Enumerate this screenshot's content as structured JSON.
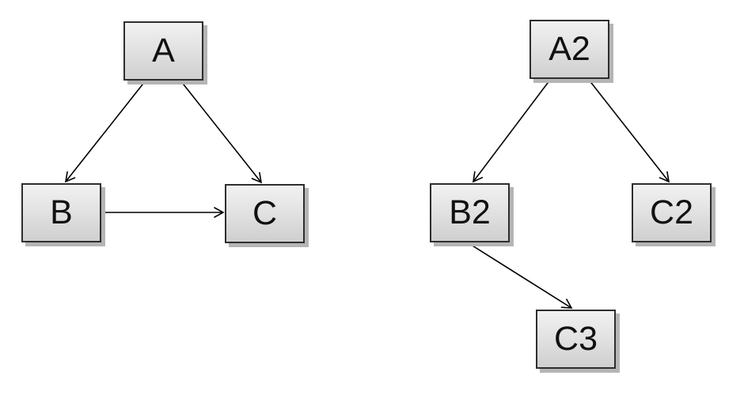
{
  "diagram": {
    "background_color": "#ffffff",
    "node_border_color": "#2e2e2e",
    "node_fill_top": "#f1f1f1",
    "node_fill_bottom": "#cfcfcf",
    "node_shadow_color": "#b5b5b5",
    "edge_color": "#000000",
    "graphs": [
      {
        "name": "left-graph",
        "nodes": [
          {
            "id": "A",
            "label": "A"
          },
          {
            "id": "B",
            "label": "B"
          },
          {
            "id": "C",
            "label": "C"
          }
        ],
        "edges": [
          {
            "from": "A",
            "to": "B"
          },
          {
            "from": "A",
            "to": "C"
          },
          {
            "from": "B",
            "to": "C"
          }
        ]
      },
      {
        "name": "right-graph",
        "nodes": [
          {
            "id": "A2",
            "label": "A2"
          },
          {
            "id": "B2",
            "label": "B2"
          },
          {
            "id": "C2",
            "label": "C2"
          },
          {
            "id": "C3",
            "label": "C3"
          }
        ],
        "edges": [
          {
            "from": "A2",
            "to": "B2"
          },
          {
            "from": "A2",
            "to": "C2"
          },
          {
            "from": "B2",
            "to": "C3"
          }
        ]
      }
    ]
  }
}
